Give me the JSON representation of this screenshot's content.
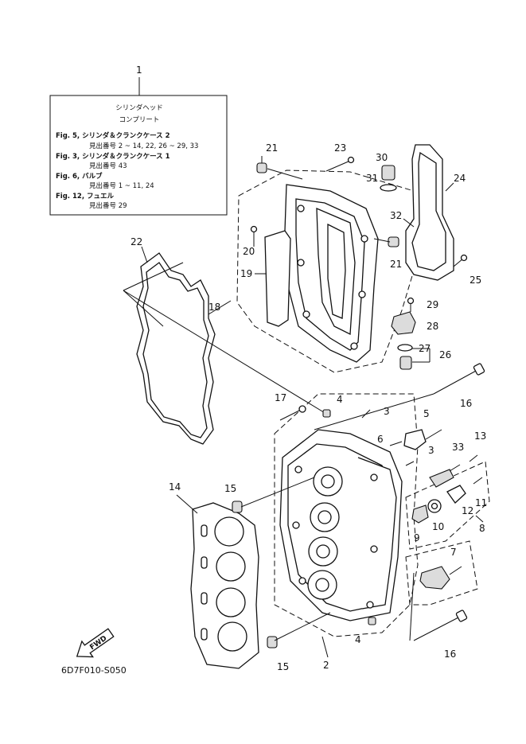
{
  "diagram": {
    "code": "6D7F010-S050",
    "fwd_label": "FWD",
    "note_callout": "1",
    "note_lines": [
      "シリンダヘッド",
      "コンプリート",
      "Fig. 5, シリンダ＆クランクケース 2",
      "見出番号 2 ~ 14, 22, 26 ~ 29, 33",
      "Fig. 3, シリンダ＆クランクケース 1",
      "見出番号 43",
      "Fig. 6, バルブ",
      "見出番号 1 ~ 11, 24",
      "Fig. 12, フュエル",
      "見出番号 29"
    ],
    "callouts": [
      "21",
      "23",
      "30",
      "31",
      "24",
      "32",
      "20",
      "21",
      "25",
      "19",
      "22",
      "18",
      "29",
      "28",
      "27",
      "26",
      "4",
      "3",
      "17",
      "16",
      "5",
      "6",
      "13",
      "33",
      "3",
      "11",
      "15",
      "12",
      "14",
      "10",
      "9",
      "8",
      "7",
      "16",
      "4",
      "15",
      "2"
    ]
  }
}
